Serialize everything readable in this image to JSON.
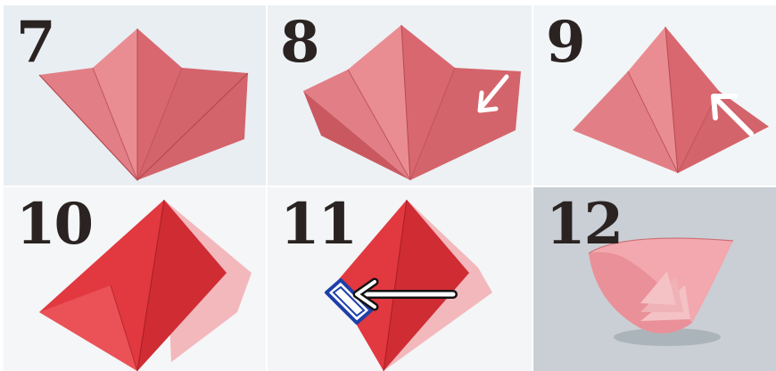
{
  "steps": [
    {
      "number": "7"
    },
    {
      "number": "8"
    },
    {
      "number": "9"
    },
    {
      "number": "10"
    },
    {
      "number": "11"
    },
    {
      "number": "12"
    }
  ],
  "colors": {
    "paper_pink": "#e77f86",
    "paper_dark": "#c9545c",
    "paper_red": "#e2383f",
    "paper_light": "#f3b8bc",
    "number": "#2a2321",
    "arrow_white": "#ffffff",
    "arrow_blue": "#1e3fa8",
    "background_gray": "#c9cfd5"
  },
  "icons": [
    "arrow-down-left-icon",
    "arrow-up-left-icon",
    "arrow-left-icon",
    "bracket-marker-icon"
  ]
}
